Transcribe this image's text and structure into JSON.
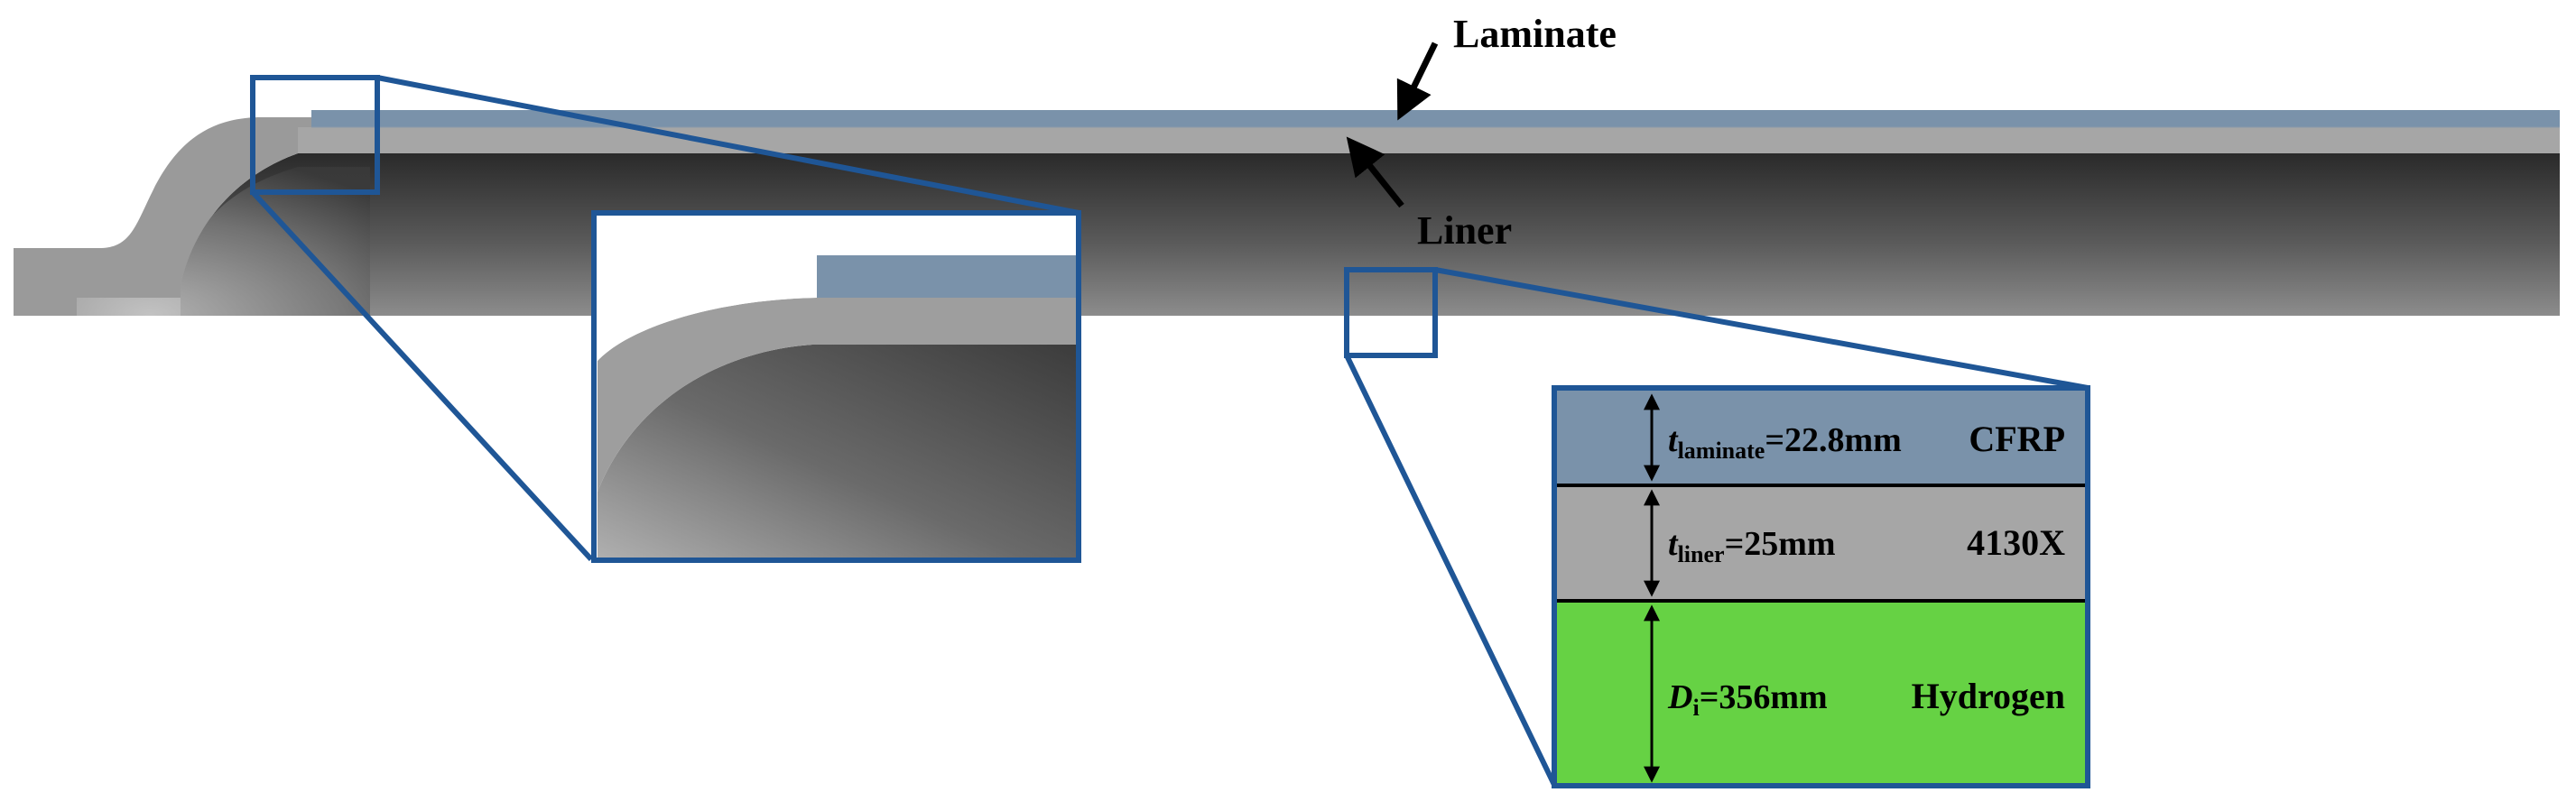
{
  "callouts": {
    "laminate": "Laminate",
    "liner": "Liner"
  },
  "layers": [
    {
      "id": "laminate",
      "symbol": "t",
      "subscript": "laminate",
      "value": "=22.8mm",
      "material": "CFRP",
      "color": "#7a92aa"
    },
    {
      "id": "liner",
      "symbol": "t",
      "subscript": "liner",
      "value": "=25mm",
      "material": "4130X",
      "color": "#a6a6a6"
    },
    {
      "id": "bore",
      "symbol": "D",
      "subscript": "i",
      "value": "=356mm",
      "material": "Hydrogen",
      "color": "#66d244"
    }
  ],
  "colors": {
    "frame": "#1f5696",
    "laminate": "#7a92aa",
    "liner": "#a6a6a6",
    "interior_dark": "#2c2c2c",
    "interior_light": "#8a8a8a",
    "hydrogen": "#66d244"
  }
}
